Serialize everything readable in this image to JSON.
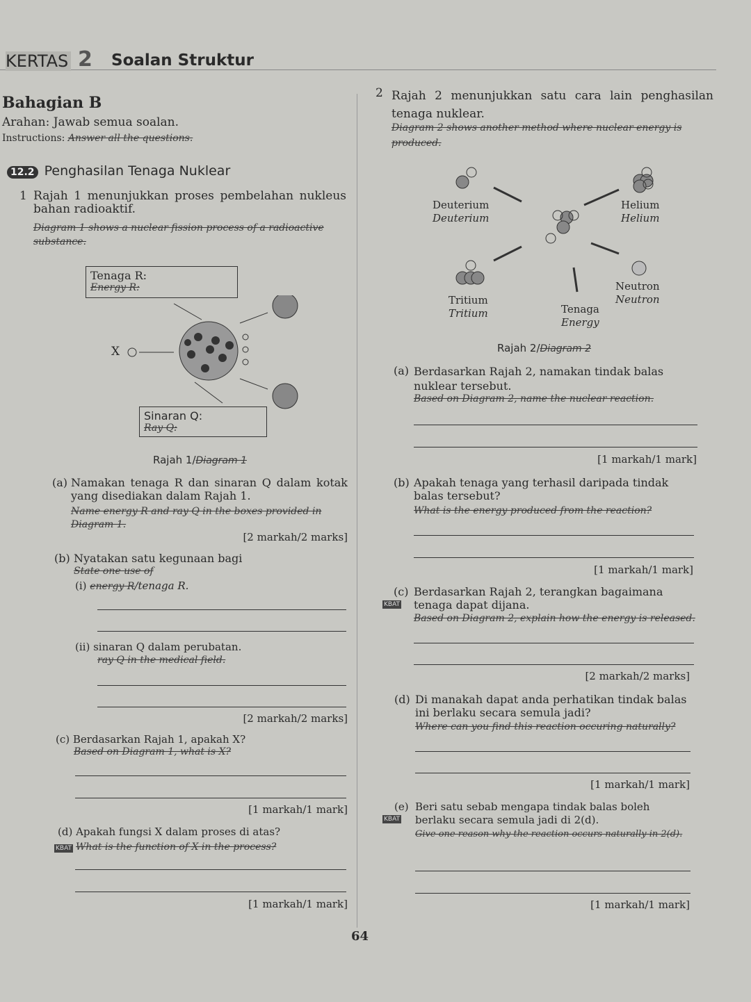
{
  "header": {
    "kertas": "KERTAS",
    "number": "2",
    "title": "Soalan Struktur"
  },
  "section": {
    "title": "Bahagian B",
    "arahan": "Arahan: Jawab semua soalan.",
    "instructions_label": "Instructions:",
    "instructions_en": "Answer all the questions."
  },
  "topic": {
    "badge": "12.2",
    "title": "Penghasilan Tenaga Nuklear"
  },
  "q1": {
    "num": "1",
    "text": "Rajah 1 menunjukkan proses pembelahan nukleus bahan radioaktif.",
    "en": "Diagram 1 shows a nuclear fission process of a radioactive substance.",
    "diagram": {
      "box_r": "Tenaga R:",
      "box_r_en": "Energy R:",
      "x_label": "X",
      "box_q": "Sinaran Q:",
      "box_q_en": "Ray Q:",
      "caption": "Rajah 1/",
      "caption_en": "Diagram 1"
    },
    "a": {
      "label": "(a)",
      "text": "Namakan tenaga R dan sinaran Q dalam kotak yang disediakan dalam Rajah 1.",
      "en": "Name energy R and ray Q in the boxes provided in Diagram 1.",
      "marks": "[2 markah/2 marks]"
    },
    "b": {
      "label": "(b)",
      "text": "Nyatakan satu kegunaan bagi",
      "en": "State one use of",
      "i_label": "(i)",
      "i_en": "energy R",
      "i_text": "/tenaga R.",
      "ii_label": "(ii)",
      "ii_text": "sinaran Q dalam perubatan.",
      "ii_en": "ray Q in the medical field.",
      "marks": "[2 markah/2 marks]"
    },
    "c": {
      "label": "(c)",
      "text": "Berdasarkan Rajah 1, apakah X?",
      "en": "Based on Diagram 1, what is X?",
      "marks": "[1 markah/1 mark]"
    },
    "d": {
      "label": "(d)",
      "kbat": "KBAT",
      "text": "Apakah fungsi X dalam proses di atas?",
      "en": "What is the function of X in the process?",
      "marks": "[1 markah/1 mark]"
    }
  },
  "q2": {
    "num": "2",
    "text": "Rajah 2 menunjukkan satu cara lain penghasilan tenaga nuklear.",
    "en": "Diagram 2 shows another method where nuclear energy is produced.",
    "diagram": {
      "deuterium": "Deuterium",
      "deuterium_en": "Deuterium",
      "helium": "Helium",
      "helium_en": "Helium",
      "tritium": "Tritium",
      "tritium_en": "Tritium",
      "neutron": "Neutron",
      "neutron_en": "Neutron",
      "tenaga": "Tenaga",
      "tenaga_en": "Energy",
      "caption": "Rajah 2/",
      "caption_en": "Diagram 2"
    },
    "a": {
      "label": "(a)",
      "text": "Berdasarkan Rajah 2, namakan tindak balas nuklear tersebut.",
      "en": "Based on Diagram 2, name the nuclear reaction.",
      "marks": "[1 markah/1 mark]"
    },
    "b": {
      "label": "(b)",
      "text": "Apakah tenaga yang terhasil daripada tindak balas tersebut?",
      "en": "What is the energy produced from the reaction?",
      "marks": "[1 markah/1 mark]"
    },
    "c": {
      "label": "(c)",
      "kbat": "KBAT",
      "text": "Berdasarkan Rajah 2, terangkan bagaimana tenaga dapat dijana.",
      "en": "Based on Diagram 2, explain how the energy is released.",
      "marks": "[2 markah/2 marks]"
    },
    "d": {
      "label": "(d)",
      "text": "Di manakah dapat anda perhatikan tindak balas ini berlaku secara semula jadi?",
      "en": "Where can you find this reaction occuring naturally?",
      "marks": "[1 markah/1 mark]"
    },
    "e": {
      "label": "(e)",
      "kbat": "KBAT",
      "text": "Beri satu sebab mengapa tindak balas boleh berlaku secara semula jadi di 2(d).",
      "en": "Give one reason why the reaction occurs naturally in 2(d).",
      "marks": "[1 markah/1 mark]"
    }
  },
  "page_number": "64"
}
